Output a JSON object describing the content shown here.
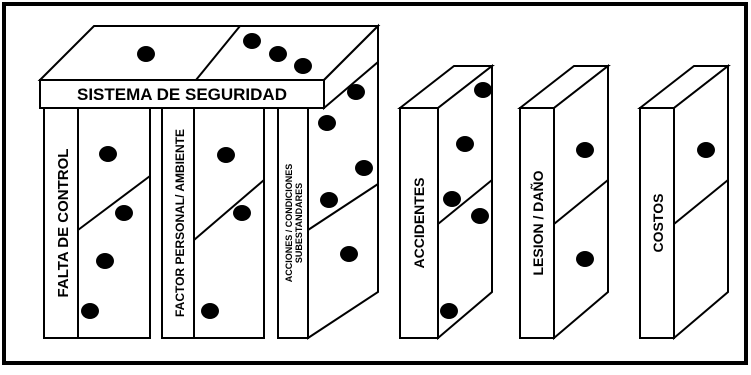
{
  "diagram": {
    "title": "SISTEMA DE SEGURIDAD",
    "stack_labels": [
      "FALTA DE CONTROL",
      "FACTOR PERSONAL/ AMBIENTE",
      "ACCIONES / CONDICIONES",
      "SUBESTANDARES"
    ],
    "standalone_dominoes": [
      {
        "label": "ACCIDENTES",
        "pips": 5
      },
      {
        "label": "LESION / DAÑO",
        "pips": 2
      },
      {
        "label": "COSTOS",
        "pips": 1
      }
    ],
    "colors": {
      "ink": "#000000",
      "paper": "#ffffff"
    }
  }
}
